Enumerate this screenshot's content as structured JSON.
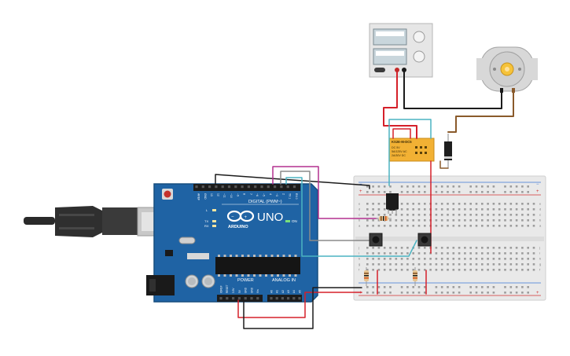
{
  "colors": {
    "board": "#1f63a4",
    "board_dark": "#17507f",
    "breadboard": "#e9e9e9",
    "relay": "#f2b134",
    "wire_red": "#d5202a",
    "wire_black": "#1b1b1b",
    "wire_cyan": "#4bb4c2",
    "wire_magenta": "#b3308f",
    "wire_gray": "#8a8a8a",
    "wire_brown": "#8a5a2b",
    "motor_gold": "#f6c33a"
  },
  "arduino": {
    "digital_label": "DIGITAL (PWM~)",
    "model_label": "UNO",
    "brand_label": "ARDUINO",
    "power_label": "POWER",
    "analog_label": "ANALOG IN",
    "on_label": "ON",
    "tx_label": "TX",
    "rx_label": "RX",
    "l_label": "L",
    "digital_pins": [
      "AREF",
      "GND",
      "13",
      "12",
      "~11",
      "~10",
      "~9",
      "8",
      "7",
      "~6",
      "~5",
      "4",
      "~3",
      "2",
      "TX 1",
      "RX 0"
    ],
    "power_pins": [
      "IOREF",
      "RESET",
      "3.3V",
      "5V",
      "GND",
      "GND",
      "Vin"
    ],
    "analog_pins": [
      "A0",
      "A1",
      "A2",
      "A3",
      "A4",
      "A5"
    ]
  },
  "relay": {
    "model": "KS2E-M-DC5",
    "line1": "DC 5V",
    "line2": "5A/125V AC",
    "line3": "2A/30V DC"
  },
  "breadboard": {
    "row_letters": [
      "a",
      "b",
      "c",
      "d",
      "e",
      "f",
      "g",
      "h",
      "i",
      "j"
    ]
  }
}
